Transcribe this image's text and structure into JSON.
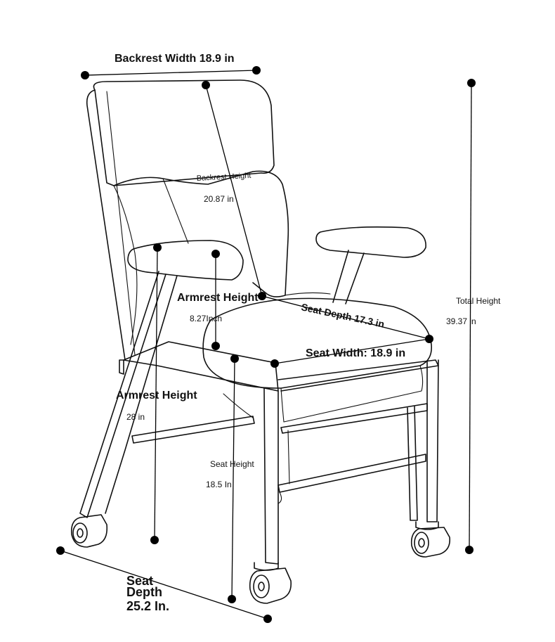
{
  "labels": {
    "backrest_width": "Backrest Width 18.9 in",
    "backrest_height": "Backrest Height",
    "backrest_height_value": "20.87 in",
    "armrest_height_upper": "Armrest Height",
    "armrest_height_upper_value": "8.27Inch",
    "seat_depth_upper": "Seat Depth 17.3 in",
    "seat_width": "Seat Width: 18.9 in",
    "total_height": "Total Height",
    "total_height_value": "39.37 in",
    "armrest_height_lower": "Armrest Height",
    "armrest_height_lower_value": "28 in",
    "seat_height": "Seat Height",
    "seat_height_value": "18.5 In",
    "seat_depth_lower_1": "Seat",
    "seat_depth_lower_2": "Depth",
    "seat_depth_lower_3": "25.2 In."
  },
  "colors": {
    "line": "#111111",
    "background": "#ffffff"
  }
}
